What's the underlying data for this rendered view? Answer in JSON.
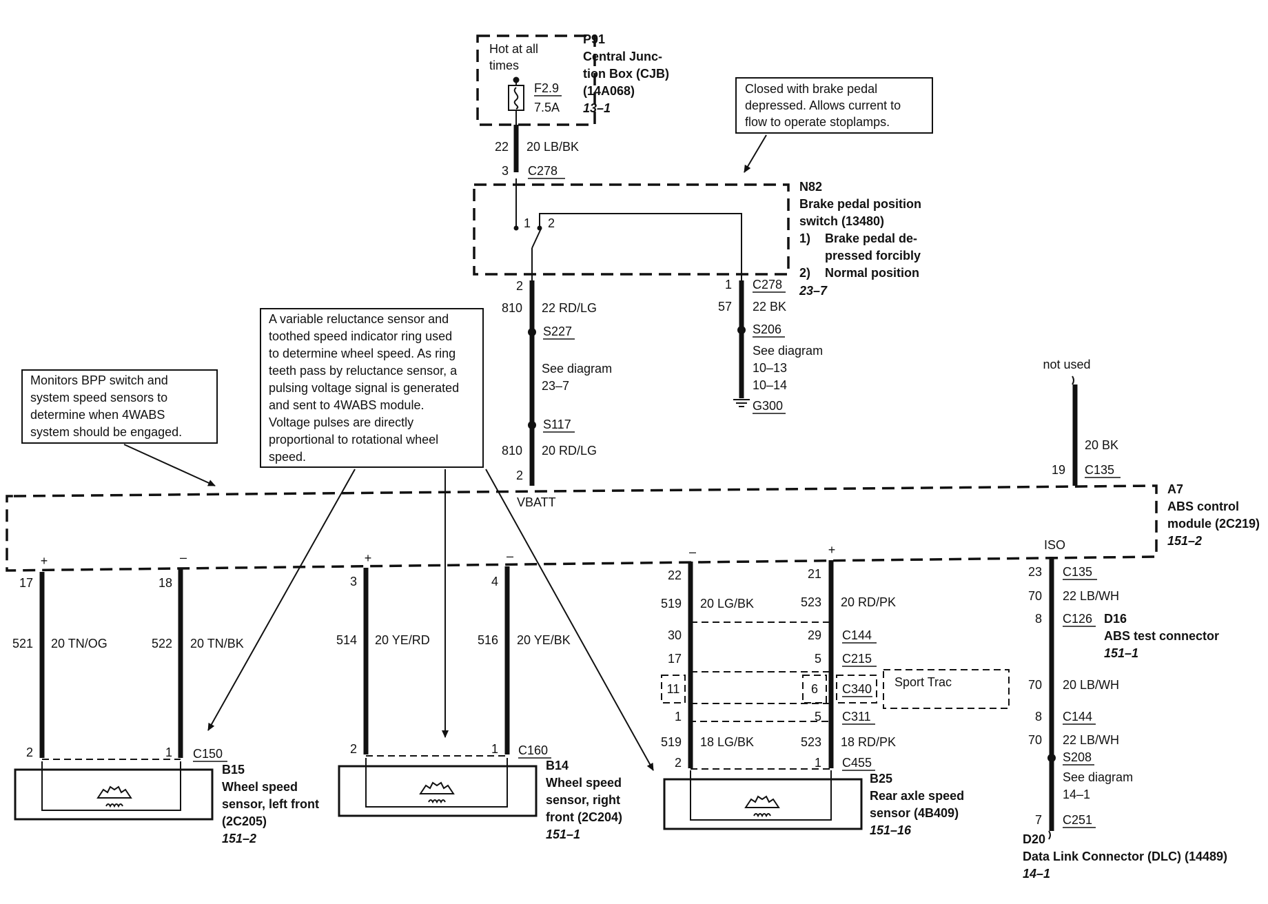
{
  "cjb": {
    "hot": [
      "Hot at all",
      "times"
    ],
    "fuse": [
      "F2.9",
      "7.5A"
    ],
    "id": "P91",
    "name": [
      "Central Junc-",
      "tion Box (CJB)",
      "(14A068)"
    ],
    "ref": "13–1"
  },
  "wire_top": {
    "cav": "22",
    "color": "20 LB/BK",
    "pin": "3",
    "conn": "C278"
  },
  "note_bpp": [
    "Closed with brake pedal",
    "depressed.  Allows current to",
    "flow to operate stoplamps."
  ],
  "bpp": {
    "id": "N82",
    "name": [
      "Brake pedal position",
      "switch (13480)"
    ],
    "modes": [
      {
        "n": "1)",
        "text": [
          "Brake pedal de-",
          "pressed forcibly"
        ]
      },
      {
        "n": "2)",
        "text": [
          "Normal position"
        ]
      }
    ],
    "ref": "23–7",
    "pin1": "1",
    "pin2": "2"
  },
  "left_feed": {
    "pin_top": "2",
    "cav1": "810",
    "color1": "22 RD/LG",
    "splice1": "S227",
    "see": [
      "See diagram",
      "23–7"
    ],
    "splice2": "S117",
    "cav2": "810",
    "color2": "20 RD/LG",
    "pin_bottom": "2",
    "vbatt": "VBATT"
  },
  "ground_feed": {
    "pin": "1",
    "conn": "C278",
    "cav": "57",
    "color": "22 BK",
    "splice": "S206",
    "see": [
      "See diagram",
      "10–13",
      "10–14"
    ],
    "ground": "G300"
  },
  "note_vrs": [
    "A variable reluctance sensor and",
    "toothed speed indicator ring used",
    "to determine wheel speed. As ring",
    "teeth pass by reluctance sensor, a",
    "pulsing voltage signal is generated",
    "and sent to 4WABS module.",
    "Voltage pulses are directly",
    "proportional to rotational wheel",
    "speed."
  ],
  "note_mon": [
    "Monitors BPP switch and",
    "system speed sensors to",
    "determine when 4WABS",
    "system should be engaged."
  ],
  "not_used": {
    "label": "not used",
    "color": "20 BK",
    "pin": "19",
    "conn": "C135"
  },
  "abs": {
    "id": "A7",
    "name": [
      "ABS control",
      "module (2C219)"
    ],
    "ref": "151–2",
    "iso": "ISO"
  },
  "lf": {
    "plus": "+",
    "minus": "–",
    "pins": [
      "17",
      "18"
    ],
    "cavs": [
      "521",
      "522"
    ],
    "colors": [
      "20 TN/OG",
      "20 TN/BK"
    ],
    "bottom": [
      "2",
      "1"
    ],
    "conn": "C150",
    "id": "B15",
    "name": [
      "Wheel speed",
      "sensor, left front",
      "(2C205)"
    ],
    "ref": "151–2"
  },
  "rf": {
    "plus": "+",
    "minus": "–",
    "pins": [
      "3",
      "4"
    ],
    "cavs": [
      "514",
      "516"
    ],
    "colors": [
      "20 YE/RD",
      "20 YE/BK"
    ],
    "bottom": [
      "2",
      "1"
    ],
    "conn": "C160",
    "id": "B14",
    "name": [
      "Wheel speed",
      "sensor, right",
      "front (2C204)"
    ],
    "ref": "151–1"
  },
  "ra": {
    "minus": "–",
    "plus": "+",
    "pins": [
      "22",
      "21"
    ],
    "cavs": [
      "519",
      "523"
    ],
    "colors": [
      "20 LG/BK",
      "20 RD/PK"
    ],
    "c144": {
      "l": "30",
      "r": "29",
      "conn": "C144"
    },
    "c215": {
      "l": "17",
      "r": "5",
      "conn": "C215"
    },
    "c340": {
      "l": "11",
      "r": "6",
      "conn": "C340",
      "note": "Sport Trac"
    },
    "c311": {
      "l": "1",
      "r": "5",
      "conn": "C311"
    },
    "cavs2": [
      "519",
      "523"
    ],
    "colors2": [
      "18 LG/BK",
      "18 RD/PK"
    ],
    "bottom": [
      "2",
      "1"
    ],
    "conn": "C455",
    "id": "B25",
    "name": [
      "Rear axle speed",
      "sensor (4B409)"
    ],
    "ref": "151–16"
  },
  "iso_chain": {
    "pin": "23",
    "conn1": "C135",
    "cav1": "70",
    "color1": "22 LB/WH",
    "pin2": "8",
    "conn2": "C126",
    "d16_id": "D16",
    "d16_name": "ABS test connector",
    "d16_ref": "151–1",
    "cav2": "70",
    "color2": "20 LB/WH",
    "pin3": "8",
    "conn3": "C144",
    "cav3": "70",
    "color3": "22 LB/WH",
    "splice": "S208",
    "see": [
      "See diagram",
      "14–1"
    ],
    "pin4": "7",
    "conn4": "C251",
    "d20_id": "D20",
    "d20_name": "Data Link Connector (DLC) (14489)",
    "d20_ref": "14–1"
  }
}
